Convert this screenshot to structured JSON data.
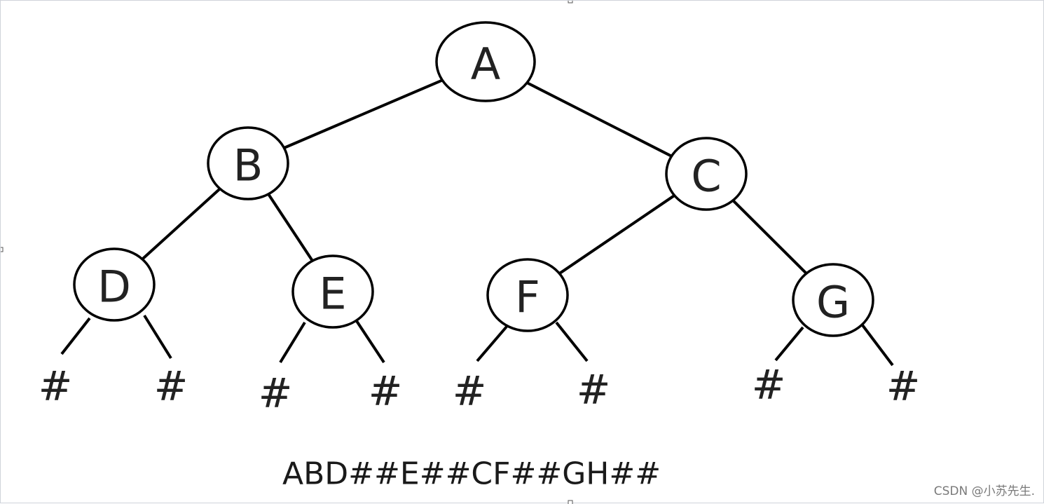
{
  "tree": {
    "nodes": [
      {
        "id": "A",
        "label": "A"
      },
      {
        "id": "B",
        "label": "B"
      },
      {
        "id": "C",
        "label": "C"
      },
      {
        "id": "D",
        "label": "D"
      },
      {
        "id": "E",
        "label": "E"
      },
      {
        "id": "F",
        "label": "F"
      },
      {
        "id": "G",
        "label": "G"
      }
    ],
    "edges": [
      {
        "from": "A",
        "to": "B"
      },
      {
        "from": "A",
        "to": "C"
      },
      {
        "from": "B",
        "to": "D"
      },
      {
        "from": "B",
        "to": "E"
      },
      {
        "from": "C",
        "to": "F"
      },
      {
        "from": "C",
        "to": "G"
      }
    ],
    "null_marker": "#",
    "null_children": [
      {
        "parent": "D",
        "side": "left"
      },
      {
        "parent": "D",
        "side": "right"
      },
      {
        "parent": "E",
        "side": "left"
      },
      {
        "parent": "E",
        "side": "right"
      },
      {
        "parent": "F",
        "side": "left"
      },
      {
        "parent": "F",
        "side": "right"
      },
      {
        "parent": "G",
        "side": "left"
      },
      {
        "parent": "G",
        "side": "right"
      }
    ]
  },
  "sequence": "ABD##E##CF##GH##",
  "watermark": "CSDN @小苏先生."
}
